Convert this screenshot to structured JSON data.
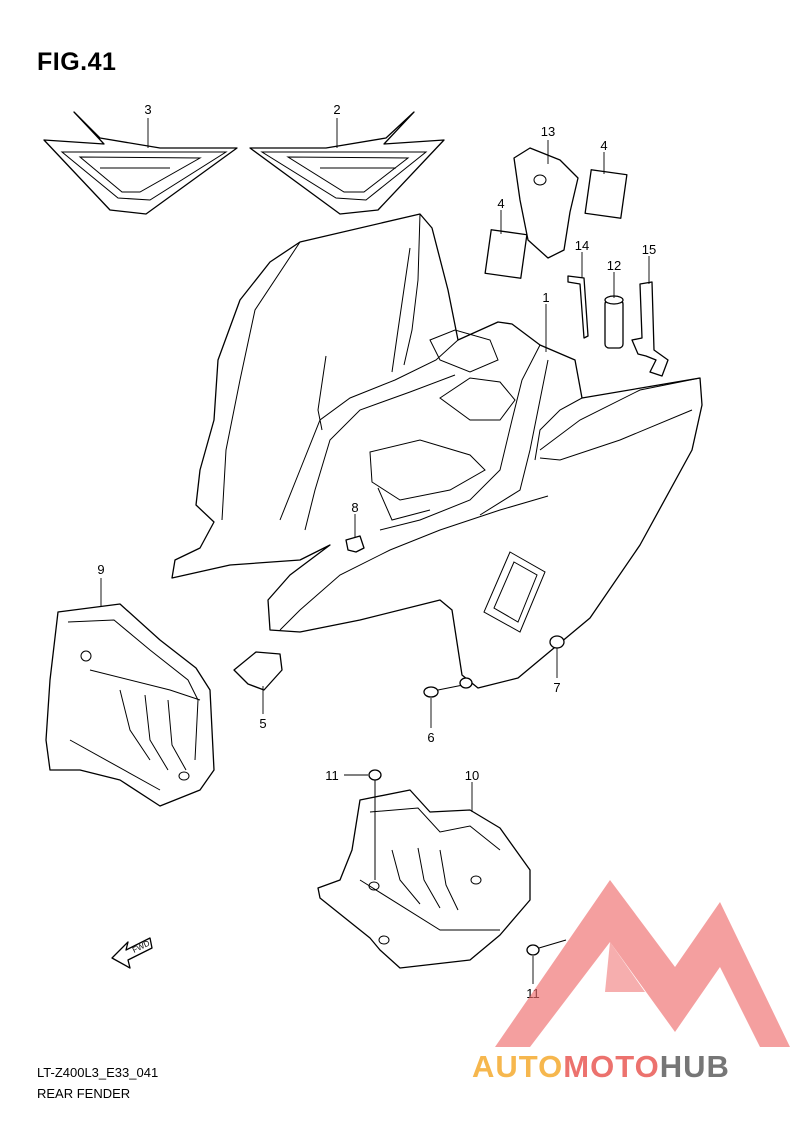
{
  "figure": {
    "title": "FIG.41"
  },
  "footer": {
    "code": "LT-Z400L3_E33_041",
    "name": "REAR FENDER"
  },
  "direction_arrow": {
    "label": "FWD"
  },
  "callouts": [
    "1",
    "2",
    "3",
    "4",
    "4",
    "5",
    "6",
    "7",
    "8",
    "9",
    "10",
    "11",
    "11",
    "12",
    "13",
    "14",
    "15"
  ],
  "watermark": {
    "part1": "AUTO",
    "part2": "MOTO",
    "part3": "HUB",
    "colors": {
      "auto": "#f5a623",
      "moto": "#e8504a",
      "hub": "#555555",
      "triangle": "#ee6b6b"
    }
  }
}
